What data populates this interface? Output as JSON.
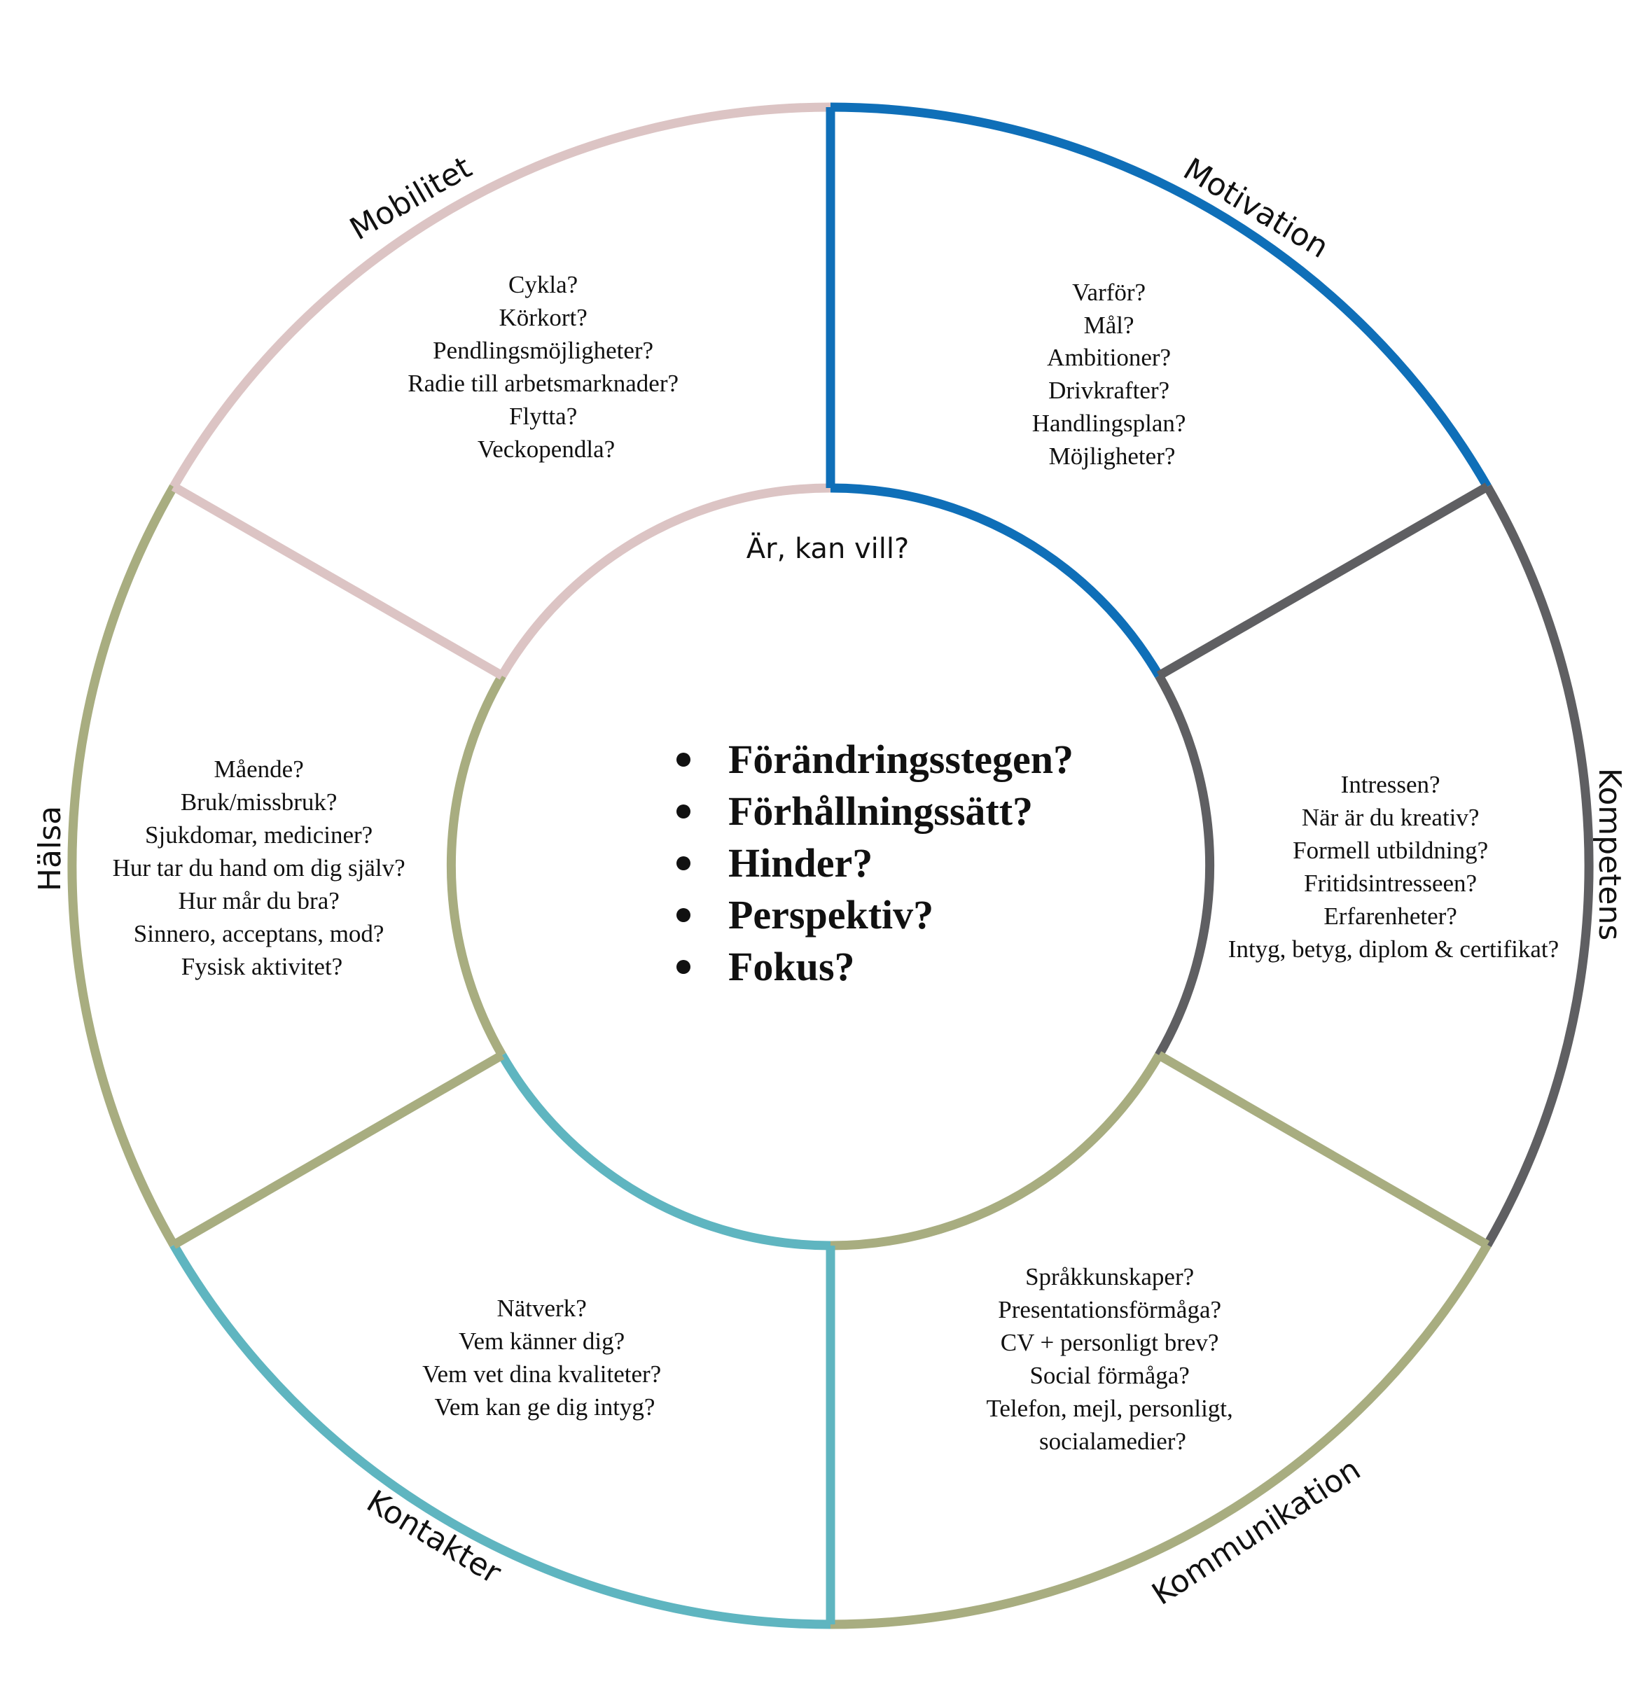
{
  "center": {
    "title": "Är, kan vill?",
    "bullets": [
      "Förändringsstegen?",
      "Förhållningssätt?",
      "Hinder?",
      "Perspektiv?",
      "Fokus?"
    ]
  },
  "segments": [
    {
      "id": "motivation",
      "title": "Motivation",
      "color": "#0f6fb8",
      "questions": [
        "Varför?",
        "Mål?",
        "Ambitioner?",
        "Drivkrafter?",
        "Handlingsplan?",
        "Möjligheter?"
      ]
    },
    {
      "id": "kompetens",
      "title": "Kompetens",
      "color": "#5f5f62",
      "questions": [
        "Intressen?",
        "När är du kreativ?",
        "Formell utbildning?",
        "Fritidsintresseen?",
        "Erfarenheter?",
        "Intyg, betyg, diplom & certifikat?"
      ]
    },
    {
      "id": "kommunikation",
      "title": "Kommunikation",
      "color": "#a8ad80",
      "questions": [
        "Språkkunskaper?",
        "Presentationsförmåga?",
        "CV + personligt brev?",
        "Social förmåga?",
        "Telefon, mejl, personligt,",
        "socialamedier?"
      ]
    },
    {
      "id": "kontakter",
      "title": "Kontakter",
      "color": "#5fb5c0",
      "questions": [
        "Nätverk?",
        "Vem känner dig?",
        "Vem vet dina kvaliteter?",
        "Vem kan ge dig intyg?"
      ]
    },
    {
      "id": "halsa",
      "title": "Hälsa",
      "color": "#a8ad80",
      "questions": [
        "Mående?",
        "Bruk/missbruk?",
        "Sjukdomar, mediciner?",
        "Hur tar du hand om dig själv?",
        "Hur mår du bra?",
        "Sinnero, acceptans, mod?",
        "Fysisk aktivitet?"
      ]
    },
    {
      "id": "mobilitet",
      "title": "Mobilitet",
      "color": "#dcc4c4",
      "questions": [
        "Cykla?",
        "Körkort?",
        "Pendlingsmöjligheter?",
        "Radie till arbetsmarknader?",
        "Flytta?",
        "Veckopendla?"
      ]
    }
  ]
}
